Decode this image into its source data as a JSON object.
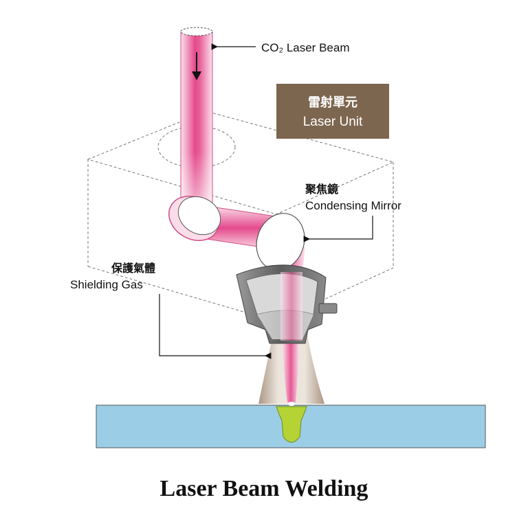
{
  "diagram": {
    "title": "Laser Beam Welding",
    "colors": {
      "beam_core": "#e44a8c",
      "beam_edge": "#fbdde9",
      "laser_unit_box": "#7d6650",
      "workpiece": "#9ccde6",
      "weld_pool": "#b5d334",
      "shielding_gas": "#9c8470",
      "nozzle": "#6e6e6e"
    },
    "labels": {
      "co2_laser_beam": "CO₂ Laser Beam",
      "laser_unit_zh": "雷射單元",
      "laser_unit_en": "Laser Unit",
      "condensing_mirror_zh": "聚焦鏡",
      "condensing_mirror_en": "Condensing Mirror",
      "shielding_gas_zh": "保護氣體",
      "shielding_gas_en": "Shielding Gas"
    },
    "icons": {
      "beam_direction": "down-arrow-icon",
      "mirror": "ellipse-mirror-icon"
    }
  }
}
